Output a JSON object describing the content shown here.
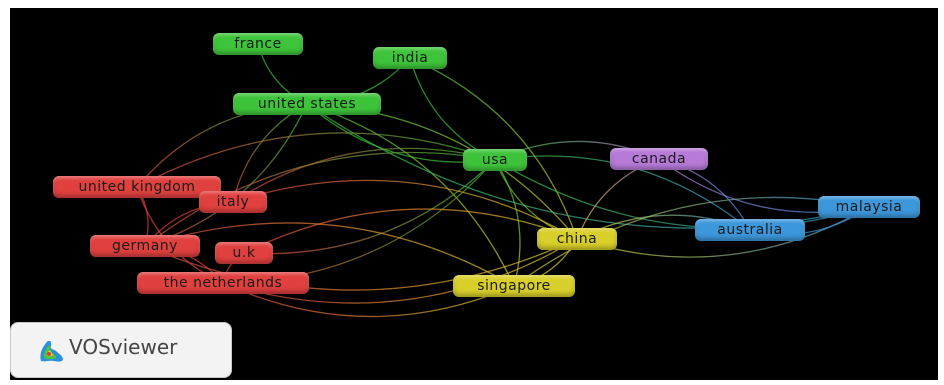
{
  "app": {
    "name": "VOSviewer"
  },
  "colors": {
    "background": "#000000",
    "cluster_green": "#3ec43a",
    "cluster_red": "#e0403e",
    "cluster_yellow": "#d8cf2a",
    "cluster_purple": "#b77ad8",
    "cluster_blue": "#3d97db"
  },
  "nodes": [
    {
      "id": "france",
      "label": "france",
      "cluster": "green"
    },
    {
      "id": "india",
      "label": "india",
      "cluster": "green"
    },
    {
      "id": "united-states",
      "label": "united states",
      "cluster": "green"
    },
    {
      "id": "usa",
      "label": "usa",
      "cluster": "green"
    },
    {
      "id": "canada",
      "label": "canada",
      "cluster": "purple"
    },
    {
      "id": "united-kingdom",
      "label": "united kingdom",
      "cluster": "red"
    },
    {
      "id": "italy",
      "label": "italy",
      "cluster": "red"
    },
    {
      "id": "germany",
      "label": "germany",
      "cluster": "red"
    },
    {
      "id": "uk",
      "label": "u.k",
      "cluster": "red"
    },
    {
      "id": "the-netherlands",
      "label": "the netherlands",
      "cluster": "red"
    },
    {
      "id": "china",
      "label": "china",
      "cluster": "yellow"
    },
    {
      "id": "singapore",
      "label": "singapore",
      "cluster": "yellow"
    },
    {
      "id": "australia",
      "label": "australia",
      "cluster": "blue"
    },
    {
      "id": "malaysia",
      "label": "malaysia",
      "cluster": "blue"
    }
  ],
  "links": [
    [
      "france",
      "united-states"
    ],
    [
      "india",
      "united-states"
    ],
    [
      "india",
      "usa"
    ],
    [
      "india",
      "china"
    ],
    [
      "united-states",
      "usa"
    ],
    [
      "united-states",
      "china"
    ],
    [
      "united-states",
      "italy"
    ],
    [
      "united-states",
      "germany"
    ],
    [
      "united-states",
      "united-kingdom"
    ],
    [
      "united-states",
      "singapore"
    ],
    [
      "united-states",
      "malaysia"
    ],
    [
      "usa",
      "canada"
    ],
    [
      "usa",
      "china"
    ],
    [
      "usa",
      "australia"
    ],
    [
      "usa",
      "malaysia"
    ],
    [
      "usa",
      "singapore"
    ],
    [
      "usa",
      "italy"
    ],
    [
      "usa",
      "uk"
    ],
    [
      "usa",
      "germany"
    ],
    [
      "usa",
      "the-netherlands"
    ],
    [
      "canada",
      "malaysia"
    ],
    [
      "canada",
      "australia"
    ],
    [
      "canada",
      "china"
    ],
    [
      "china",
      "australia"
    ],
    [
      "china",
      "malaysia"
    ],
    [
      "china",
      "singapore"
    ],
    [
      "china",
      "italy"
    ],
    [
      "china",
      "the-netherlands"
    ],
    [
      "china",
      "uk"
    ],
    [
      "china",
      "germany"
    ],
    [
      "australia",
      "malaysia"
    ],
    [
      "singapore",
      "the-netherlands"
    ],
    [
      "singapore",
      "germany"
    ],
    [
      "singapore",
      "malaysia"
    ],
    [
      "italy",
      "germany"
    ],
    [
      "united-kingdom",
      "germany"
    ],
    [
      "united-kingdom",
      "the-netherlands"
    ],
    [
      "germany",
      "the-netherlands"
    ],
    [
      "uk",
      "the-netherlands"
    ],
    [
      "united-kingdom",
      "usa"
    ]
  ]
}
